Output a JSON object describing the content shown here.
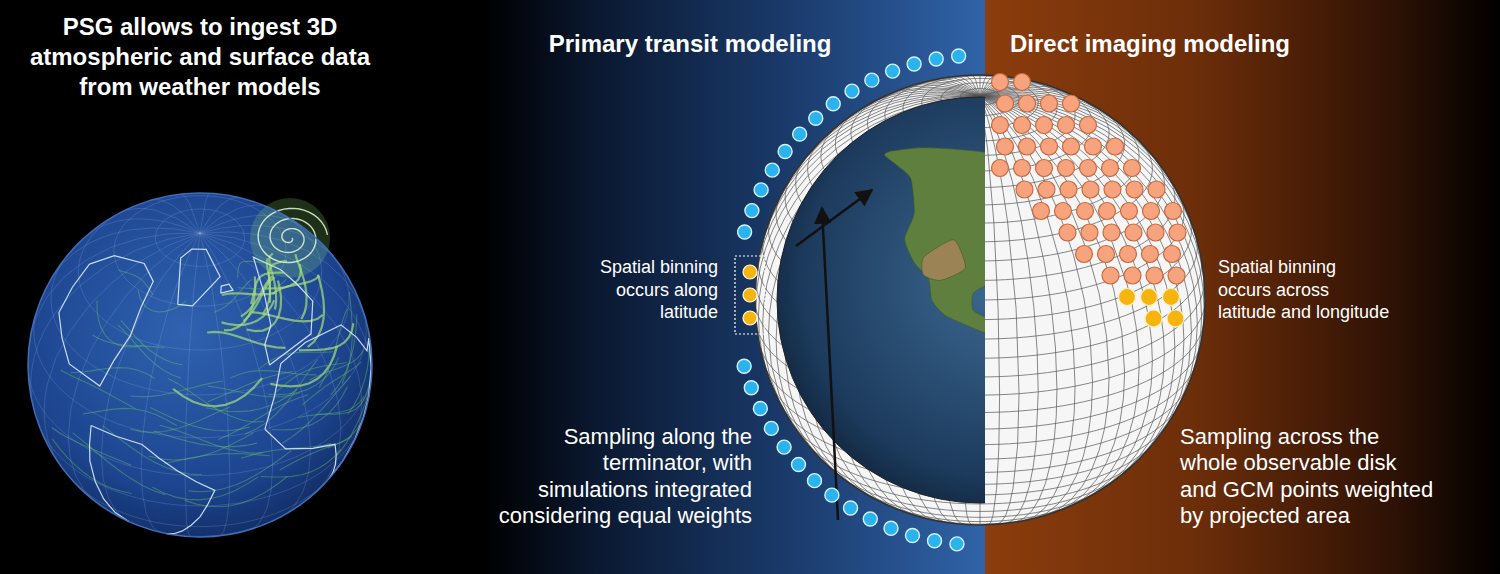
{
  "diagram": {
    "nodes": [
      {
        "text": [
          "Primary transit modeling",
          "Spatial binning occurs along latitude",
          "Sampling along the terminator, with simulations integrated considering equal weights"
        ]
      },
      {
        "text": [
          "Direct imaging modeling",
          "Spatial binning occurs across latitude and longitude",
          "Sampling across the whole observable disk and GCM points weighted by projected area"
        ]
      }
    ],
    "labels": [
      "PSG allows to ingest 3D atmospheric and surface data from weather models"
    ]
  }
}
